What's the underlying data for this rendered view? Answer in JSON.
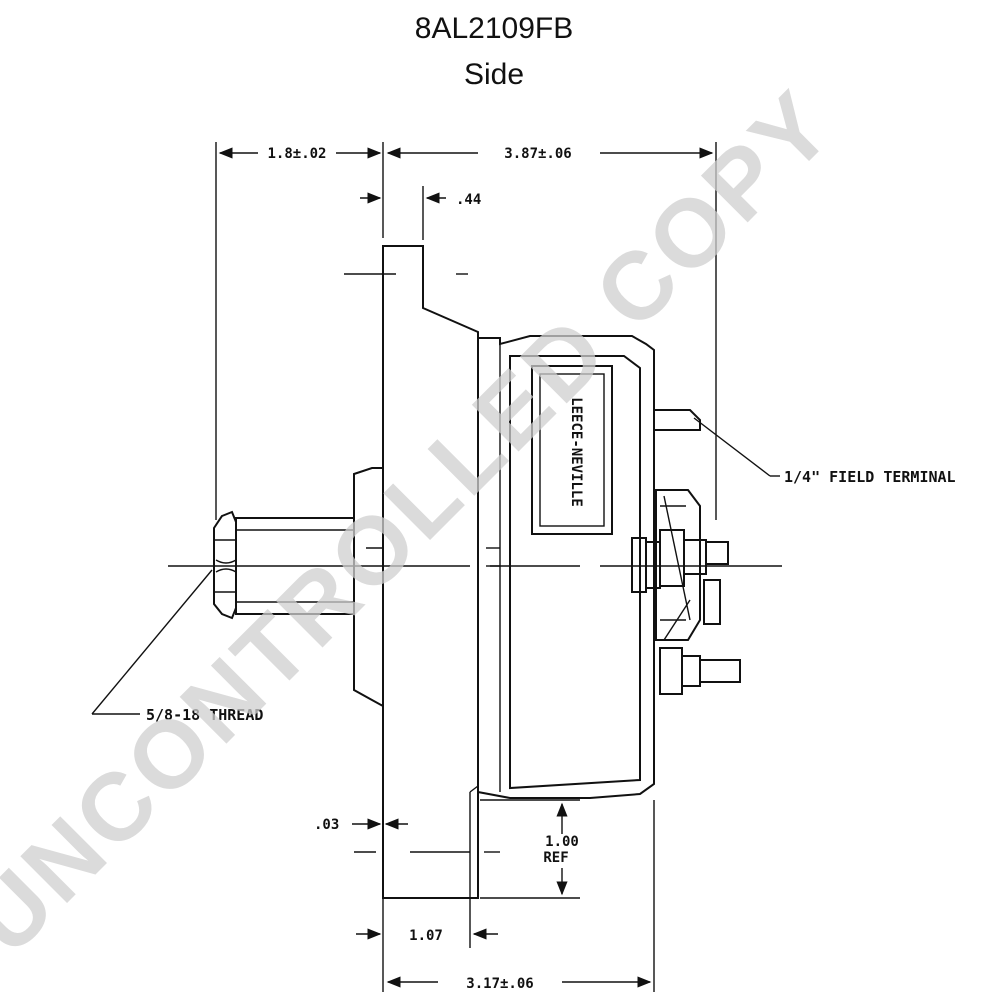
{
  "header": {
    "part_number": "8AL2109FB",
    "view": "Side"
  },
  "dimensions": {
    "d_shaft": "1.8±.02",
    "d_overall": "3.87±.06",
    "d_flange": ".44",
    "d_gap": ".03",
    "d_ref_value": "1.00",
    "d_ref_label": "REF",
    "d_mount": "1.07",
    "d_body": "3.17±.06"
  },
  "callouts": {
    "field_terminal": "1/4\" FIELD TERMINAL",
    "thread": "5/8-18 THREAD"
  },
  "watermark": "UNCONTROLLED COPY",
  "nameplate": "LEECE-NEVILLE"
}
